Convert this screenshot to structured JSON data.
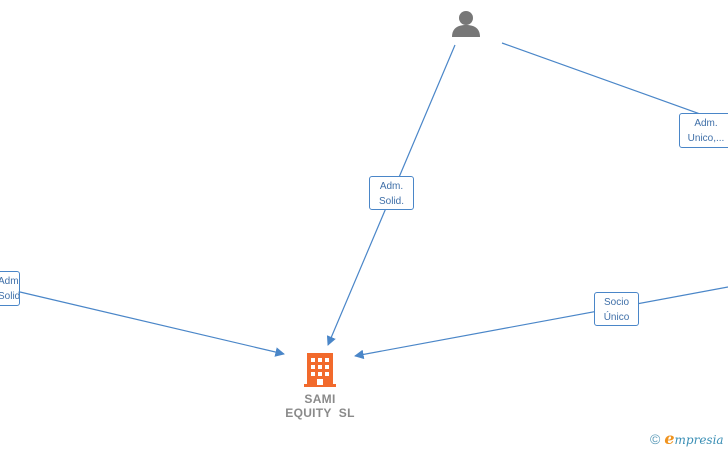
{
  "colors": {
    "edge": "#4a86c8",
    "company": "#f26a2c",
    "person": "#777777",
    "label_text": "#3f6fa8"
  },
  "nodes": {
    "person": {
      "icon": "person-icon"
    },
    "company": {
      "icon": "building-icon",
      "name_line1": "SAMI",
      "name_line2": "EQUITY  SL"
    }
  },
  "edge_labels": {
    "left": {
      "line1": "Adm.",
      "line2": "Solid."
    },
    "center": {
      "line1": "Adm.",
      "line2": "Solid."
    },
    "top_right": {
      "line1": "Adm.",
      "line2": "Unico,..."
    },
    "right": {
      "line1": "Socio",
      "line2": "Único"
    }
  },
  "brand": {
    "copyright": "©",
    "initial": "e",
    "rest": "mpresia"
  }
}
